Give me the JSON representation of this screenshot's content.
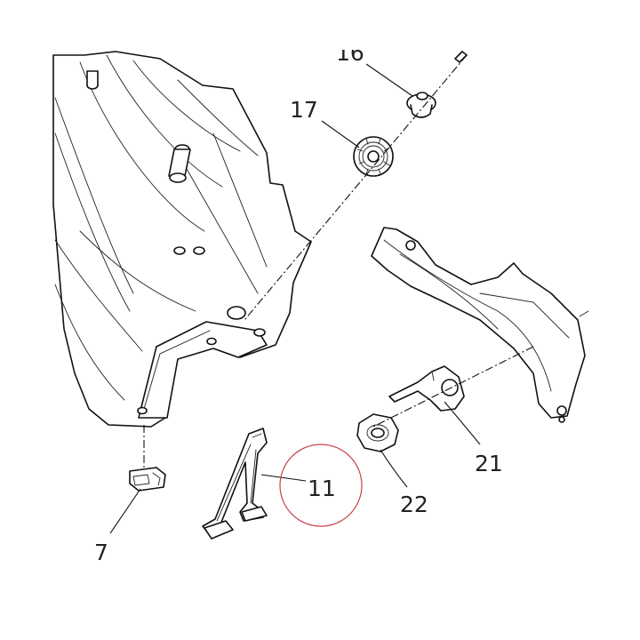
{
  "callouts": [
    {
      "id": "16",
      "text": "16"
    },
    {
      "id": "17",
      "text": "17"
    },
    {
      "id": "11",
      "text": "11"
    },
    {
      "id": "21",
      "text": "21"
    },
    {
      "id": "22",
      "text": "22"
    },
    {
      "id": "7",
      "text": "7"
    }
  ],
  "highlight": {
    "color": "#c8404a",
    "marks": "11"
  }
}
